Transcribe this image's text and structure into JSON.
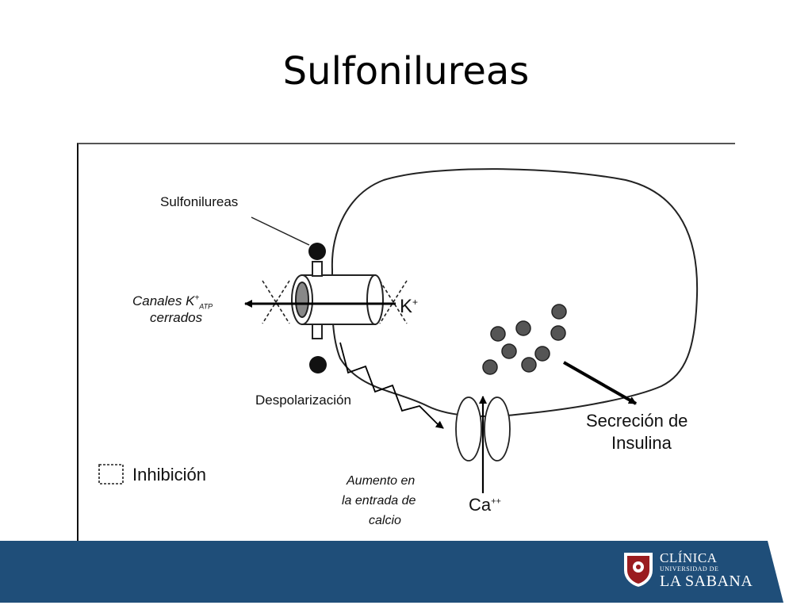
{
  "slide": {
    "title": "Sulfonilureas"
  },
  "diagram": {
    "labels": {
      "drug": "Sulfonilureas",
      "channel_line1": "Canales K",
      "channel_sup": "+",
      "channel_sub": "ATP",
      "channel_line2": "cerrados",
      "potassium": "K",
      "potassium_sup": "+",
      "depolarization": "Despolarización",
      "secretion_line1": "Secreción de",
      "secretion_line2": "Insulina",
      "legend": "Inhibición",
      "calcium_entry_line1": "Aumento en",
      "calcium_entry_line2": "la entrada de",
      "calcium_entry_line3": "calcio",
      "calcium": "Ca",
      "calcium_sup": "++"
    },
    "granule_count": 8,
    "colors": {
      "granule": "#555555",
      "arrow": "#000000",
      "footer": "#1f4e79"
    }
  },
  "footer": {
    "logo": {
      "line1": "CLÍNICA",
      "line2": "UNIVERSIDAD DE",
      "line3": "LA SABANA"
    }
  }
}
